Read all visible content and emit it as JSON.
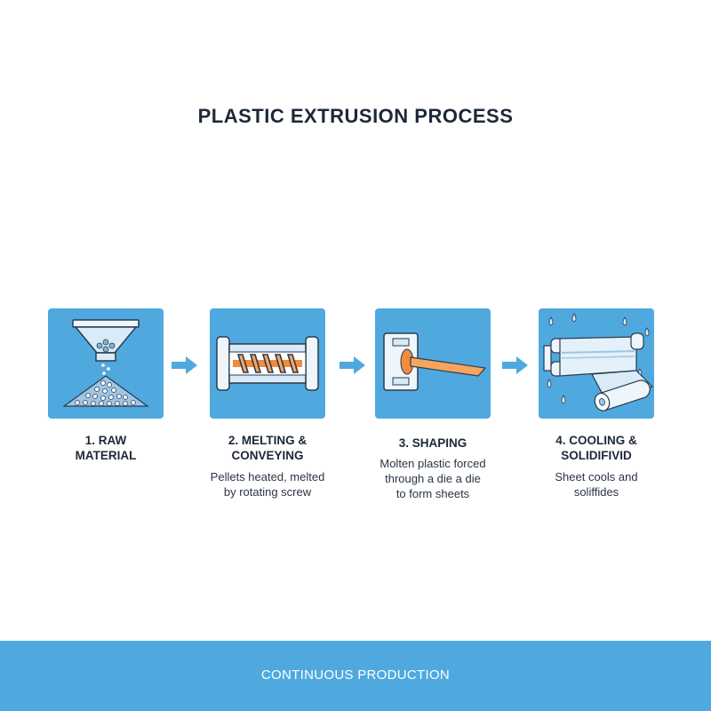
{
  "title": "PLASTIC EXTRUSION PROCESS",
  "accent_color": "#4fa9df",
  "steps": [
    {
      "heading_line1": "1. RAW",
      "heading_line2": "MATERIAL",
      "icon": "hopper-pellets-icon",
      "desc": []
    },
    {
      "heading_line1": "2. MELTING &",
      "heading_line2": "CONVEYING",
      "icon": "extruder-screw-icon",
      "desc": [
        "Pellets heated, melted",
        "by rotating screw"
      ]
    },
    {
      "heading_line1": "3. SHAPING",
      "heading_line2": "",
      "icon": "die-sheet-icon",
      "desc": [
        "Molten plastic forced",
        "through a die a die",
        "to form sheets"
      ]
    },
    {
      "heading_line1": "4. COOLING &",
      "heading_line2": "SOLIDIFIVID",
      "icon": "cooling-rollers-icon",
      "desc": [
        "Sheet cools and",
        "soliffides"
      ]
    }
  ],
  "footer": {
    "label": "CONTINUOUS PRODUCTION"
  }
}
